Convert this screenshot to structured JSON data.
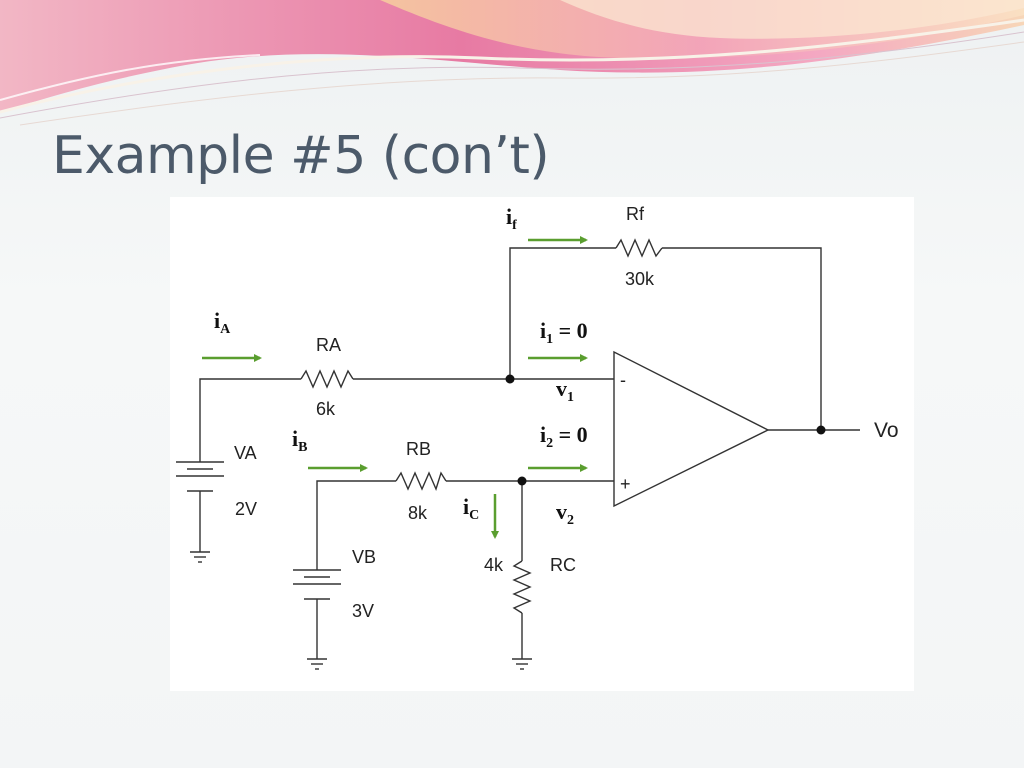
{
  "slide": {
    "title": "Example #5 (con’t)"
  },
  "circuit": {
    "components": {
      "rf": {
        "name": "Rf",
        "value": "30k"
      },
      "ra": {
        "name": "RA",
        "value": "6k"
      },
      "rb": {
        "name": "RB",
        "value": "8k"
      },
      "rc": {
        "name": "RC",
        "value": "4k"
      },
      "va": {
        "name": "VA",
        "value": "2V"
      },
      "vb": {
        "name": "VB",
        "value": "3V"
      }
    },
    "output_label": "Vo",
    "opamp": {
      "inverting": "-",
      "non_inverting": "+"
    },
    "currents": {
      "if": {
        "base": "i",
        "sub": "f"
      },
      "ia": {
        "base": "i",
        "sub": "A"
      },
      "ib": {
        "base": "i",
        "sub": "B"
      },
      "ic": {
        "base": "i",
        "sub": "C"
      },
      "i1": {
        "base": "i",
        "sub": "1",
        "rest": " = 0"
      },
      "i2": {
        "base": "i",
        "sub": "2",
        "rest": " = 0"
      }
    },
    "voltages": {
      "v1": {
        "base": "v",
        "sub": "1"
      },
      "v2": {
        "base": "v",
        "sub": "2"
      }
    },
    "colors": {
      "arrow": "#5a9e2f",
      "wire": "#333333",
      "title": "#4c5a6a"
    }
  }
}
